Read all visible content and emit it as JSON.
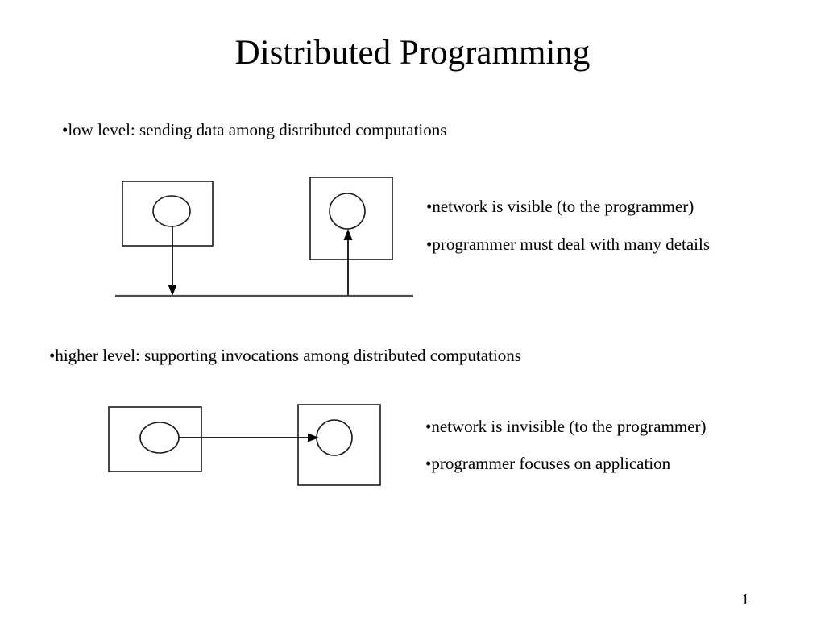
{
  "slide": {
    "title": "Distributed Programming",
    "page_number": "1",
    "background_color": "#ffffff",
    "text_color": "#000000"
  },
  "bullets": {
    "low_level": "•low level: sending data among distributed computations",
    "higher_level": "•higher level: supporting invocations among distributed computations"
  },
  "notes": {
    "low_level": [
      "•network is visible (to the programmer)",
      "•programmer must deal with many details"
    ],
    "higher_level": [
      "•network is invisible (to the programmer)",
      "•programmer focuses on application"
    ]
  },
  "diagrams": {
    "low_level": {
      "name": "low-level-message-passing-diagram",
      "description": "Two computation boxes each containing a process oval, connected by vertical arrows to a horizontal network line",
      "sender_box": {
        "label": "",
        "shape": "rectangle"
      },
      "receiver_box": {
        "label": "",
        "shape": "rectangle"
      },
      "sender_process": {
        "shape": "ellipse"
      },
      "receiver_process": {
        "shape": "circle"
      },
      "send_arrow": {
        "direction": "down",
        "from": "sender-process",
        "to": "network-line"
      },
      "receive_arrow": {
        "direction": "up",
        "from": "network-line",
        "to": "receiver-process"
      },
      "network_line": {
        "visible": true,
        "color": "#4d4d4d"
      }
    },
    "higher_level": {
      "name": "higher-level-invocation-diagram",
      "description": "Two computation boxes each containing a process oval, connected directly by a horizontal invocation arrow; no network line shown",
      "caller_box": {
        "label": "",
        "shape": "rectangle"
      },
      "callee_box": {
        "label": "",
        "shape": "rectangle"
      },
      "caller_process": {
        "shape": "ellipse"
      },
      "callee_process": {
        "shape": "circle"
      },
      "invocation_arrow": {
        "direction": "right",
        "from": "caller-process",
        "to": "callee-process"
      },
      "network_line": {
        "visible": false
      }
    }
  }
}
